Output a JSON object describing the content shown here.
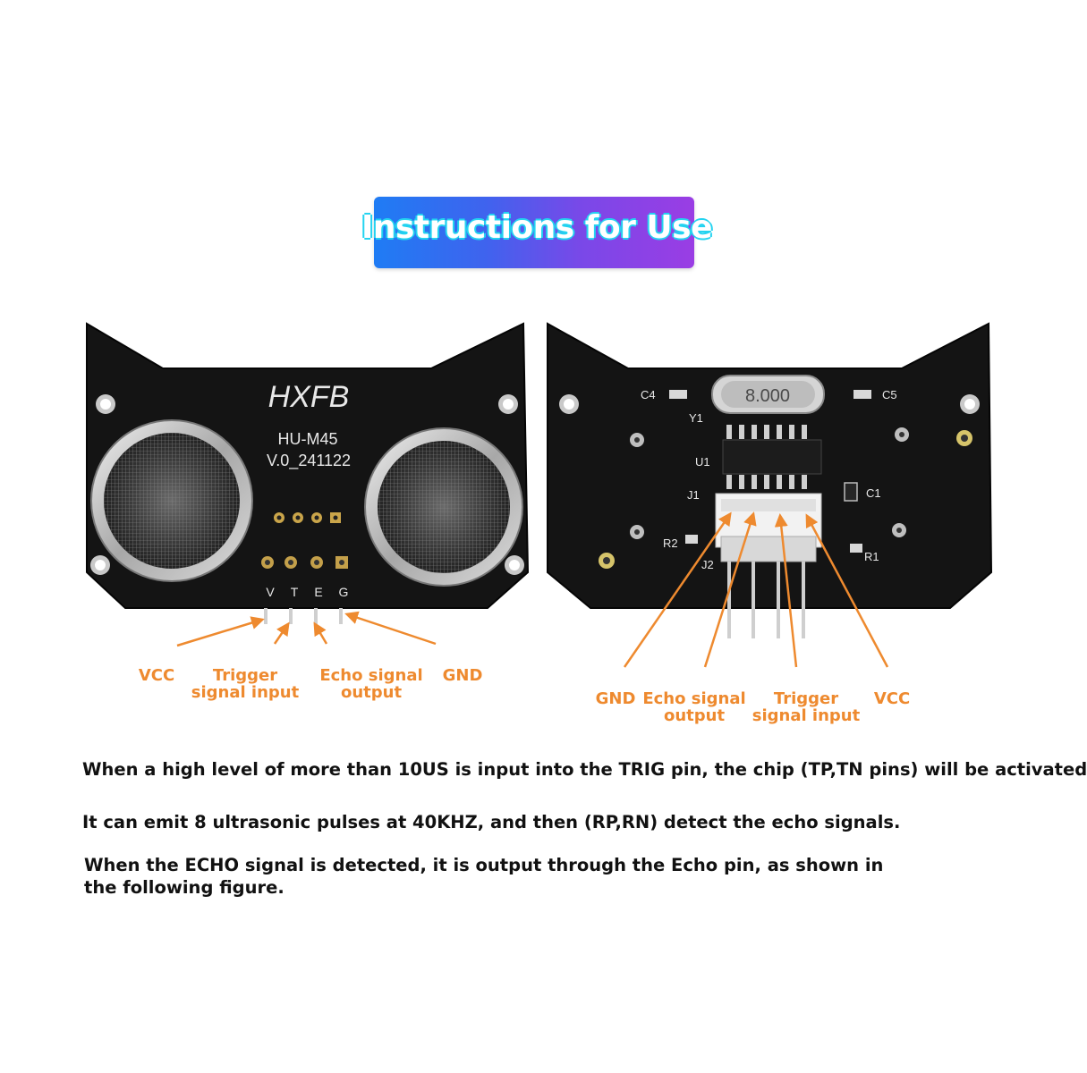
{
  "banner": {
    "title": "Instructions for Use",
    "colors": {
      "gradient_start": "#1f7cf4",
      "gradient_end": "#9a3de4",
      "outline": "#23d3f0"
    }
  },
  "front_board": {
    "brand": "HXFB",
    "model": "HU-M45",
    "version": "V.0_241122",
    "pin_letters": [
      "V",
      "T",
      "E",
      "G"
    ],
    "labels": {
      "vcc": "VCC",
      "trig_line1": "Trigger",
      "trig_line2": "signal input",
      "echo_line1": "Echo signal",
      "echo_line2": "output",
      "gnd": "GND"
    }
  },
  "back_board": {
    "crystal": "8.000",
    "silkscreen": {
      "c4": "C4",
      "c5": "C5",
      "y1": "Y1",
      "u1": "U1",
      "j1": "J1",
      "c1": "C1",
      "r2": "R2",
      "r1": "R1",
      "j2": "J2"
    },
    "labels": {
      "gnd": "GND",
      "echo_line1": "Echo signal",
      "echo_line2": "output",
      "trig_line1": "Trigger",
      "trig_line2": "signal input",
      "vcc": "VCC"
    }
  },
  "paragraphs": {
    "p1": "When a high level of more than 10US is input into the TRIG pin, the chip (TP,TN pins) will be activated",
    "p2": "It can emit 8 ultrasonic pulses at 40KHZ, and then (RP,RN) detect the echo signals.",
    "p3_line1": "When the ECHO signal is detected, it is output through the Echo pin, as shown in",
    "p3_line2": "the following figure."
  },
  "colors": {
    "label_orange": "#ee8a2f",
    "pcb_black": "#111111"
  }
}
